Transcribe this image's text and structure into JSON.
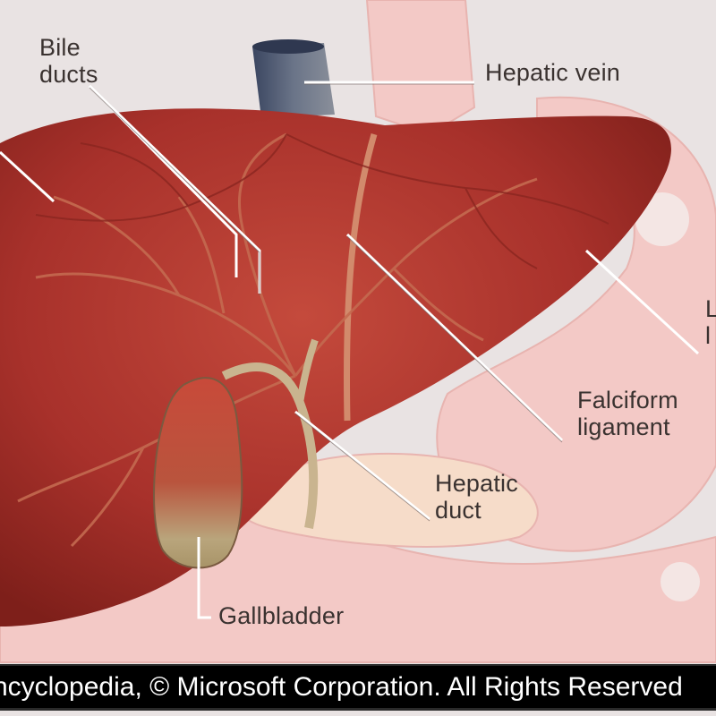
{
  "labels": {
    "bile_ducts": "Bile\nducts",
    "hepatic_vein": "Hepatic vein",
    "falciform_ligament": "Falciform\nligament",
    "hepatic_duct": "Hepatic\nduct",
    "gallbladder": "Gallbladder",
    "left_lobe_partial": "L\nl"
  },
  "footer": {
    "credit": "ncyclopedia, © Microsoft Corporation. All Rights Reserved"
  },
  "colors": {
    "liver": "#a8312b",
    "liver_dark": "#7e1f1a",
    "background_organs": "#f3c9c6",
    "gallbladder": "#b9a57c",
    "vein": "#4a5570",
    "leader_line": "#ffffff",
    "label_text": "#3a3230",
    "footer_bg": "#000000",
    "footer_text": "#ffffff"
  }
}
